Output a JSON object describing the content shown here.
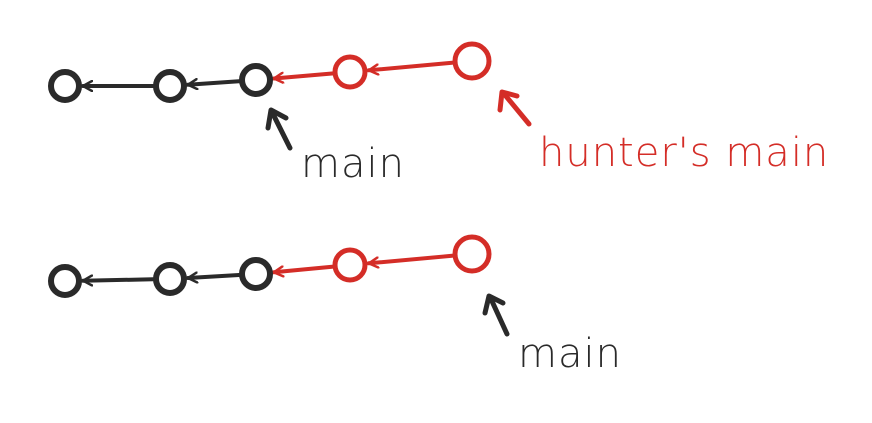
{
  "colors": {
    "background": "#ffffff",
    "ink": "#2a2a2a",
    "highlight": "#d42d27"
  },
  "diagrams": [
    {
      "nodes": [
        {
          "color": "ink"
        },
        {
          "color": "ink"
        },
        {
          "color": "ink"
        },
        {
          "color": "highlight"
        },
        {
          "color": "highlight"
        }
      ],
      "edges": [
        {
          "from": 1,
          "to": 0,
          "color": "ink"
        },
        {
          "from": 2,
          "to": 1,
          "color": "ink"
        },
        {
          "from": 3,
          "to": 2,
          "color": "highlight"
        },
        {
          "from": 4,
          "to": 3,
          "color": "highlight"
        }
      ],
      "pointers": [
        {
          "label": "main",
          "target": 2,
          "color": "ink"
        },
        {
          "label": "hunter's main",
          "target": 4,
          "color": "highlight"
        }
      ]
    },
    {
      "nodes": [
        {
          "color": "ink"
        },
        {
          "color": "ink"
        },
        {
          "color": "ink"
        },
        {
          "color": "highlight"
        },
        {
          "color": "highlight"
        }
      ],
      "edges": [
        {
          "from": 1,
          "to": 0,
          "color": "ink"
        },
        {
          "from": 2,
          "to": 1,
          "color": "ink"
        },
        {
          "from": 3,
          "to": 2,
          "color": "highlight"
        },
        {
          "from": 4,
          "to": 3,
          "color": "highlight"
        }
      ],
      "pointers": [
        {
          "label": "main",
          "target": 4,
          "color": "ink"
        }
      ]
    }
  ]
}
